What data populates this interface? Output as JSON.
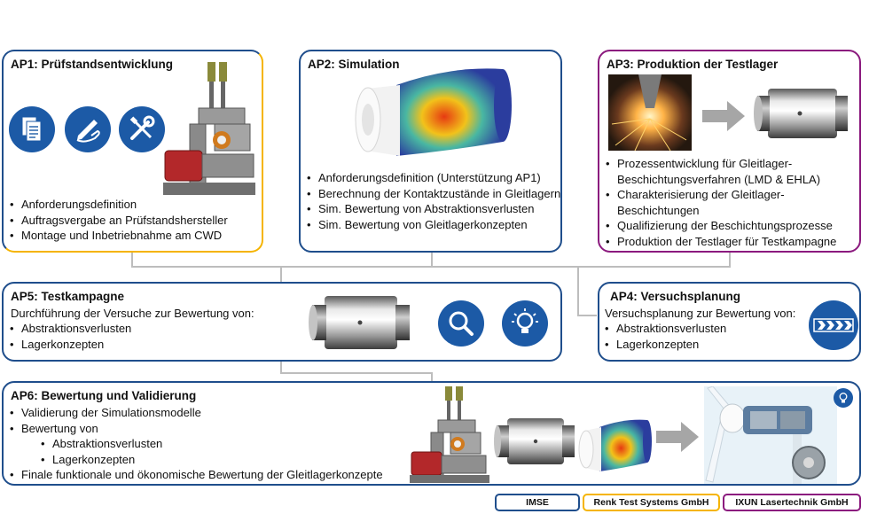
{
  "ap1": {
    "title": "AP1: Prüfstandsentwicklung",
    "items": [
      "Anforderungsdefinition",
      "Auftragsvergabe an Prüfstandshersteller",
      "Montage und Inbetriebnahme am CWD"
    ],
    "icons": [
      "document-icon",
      "pen-hand-icon",
      "tools-icon"
    ]
  },
  "ap2": {
    "title": "AP2: Simulation",
    "items": [
      "Anforderungsdefinition (Unterstützung AP1)",
      "Berechnung der Kontaktzustände in Gleitlagern",
      "Sim. Bewertung von Abstraktionsverlusten",
      "Sim. Bewertung von Gleitlagerkonzepten"
    ]
  },
  "ap3": {
    "title": "AP3: Produktion der Testlager",
    "items": [
      "Prozessentwicklung für Gleitlager-Beschichtungsverfahren (LMD & EHLA)",
      "Charakterisierung der Gleitlager-Beschichtungen",
      "Qualifizierung der Beschichtungsprozesse",
      "Produktion der Testlager für Testkampagne"
    ]
  },
  "ap5": {
    "title": "AP5: Testkampagne",
    "intro": "Durchführung der Versuche zur Bewertung von:",
    "items": [
      "Abstraktionsverlusten",
      "Lagerkonzepten"
    ],
    "icons": [
      "magnifier-icon",
      "lightbulb-icon"
    ]
  },
  "ap4": {
    "title": "AP4: Versuchsplanung",
    "intro": "Versuchsplanung zur Bewertung von:",
    "items": [
      "Abstraktionsverlusten",
      "Lagerkonzepten"
    ],
    "icons": [
      "chevrons-icon"
    ]
  },
  "ap6": {
    "title": "AP6: Bewertung und Validierung",
    "items": [
      "Validierung der Simulationsmodelle",
      "Bewertung von"
    ],
    "subitems": [
      "Abstraktionsverlusten",
      "Lagerkonzepten"
    ],
    "final": "Finale funktionale und ökonomische Bewertung der Gleitlagerkonzepte",
    "icons": [
      "lightbulb-icon"
    ]
  },
  "legend": [
    "IMSE",
    "Renk Test Systems GmbH",
    "IXUN Lasertechnik GmbH"
  ],
  "colors": {
    "imse": "#1f4e8c",
    "renk": "#f5b400",
    "ixun": "#8b1a7e",
    "icon_blue": "#1c5aa6"
  }
}
